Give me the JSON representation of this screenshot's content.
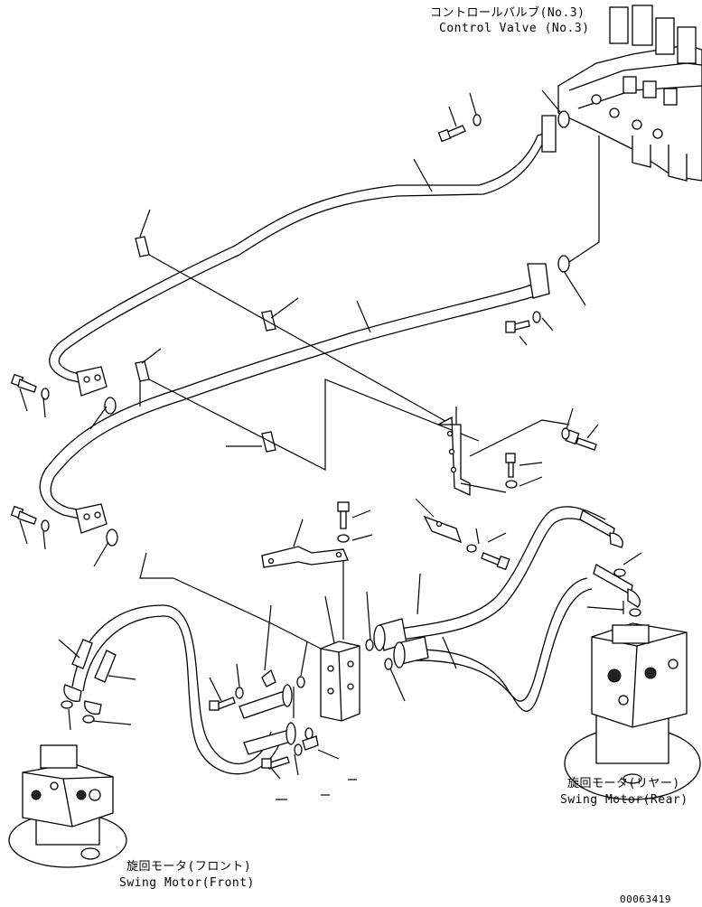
{
  "labels": {
    "control_valve_jp": "コントロールバルブ(No.3)",
    "control_valve_en": "Control Valve (No.3)",
    "swing_motor_rear_jp": "旋回モータ(リヤー)",
    "swing_motor_rear_en": "Swing Motor(Rear)",
    "swing_motor_front_jp": "旋回モータ(フロント)",
    "swing_motor_front_en": "Swing Motor(Front)",
    "drawing_number": "00063419"
  }
}
